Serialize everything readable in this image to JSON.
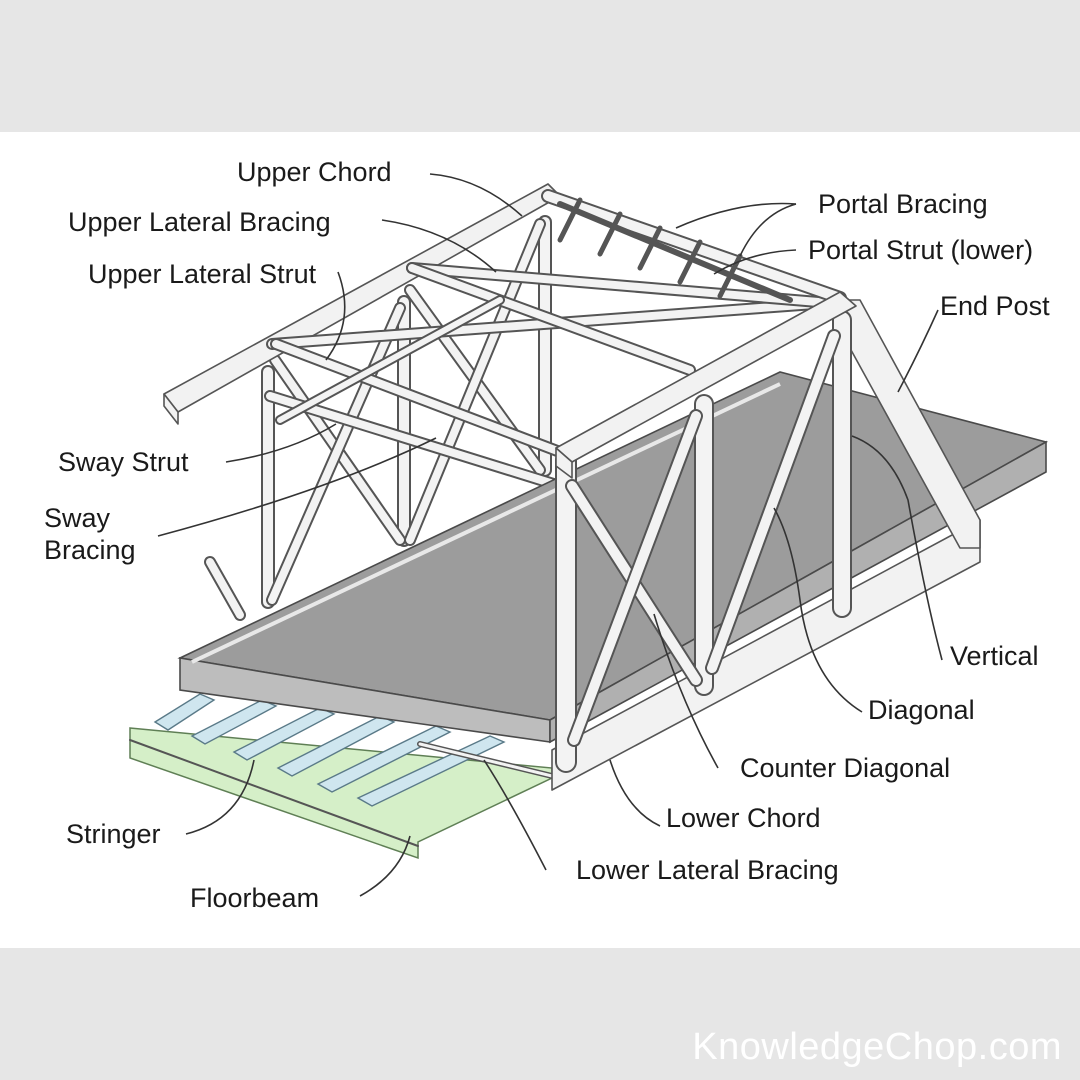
{
  "labels": {
    "upper_chord": "Upper Chord",
    "upper_lateral_bracing": "Upper Lateral Bracing",
    "upper_lateral_strut": "Upper Lateral Strut",
    "portal_bracing": "Portal Bracing",
    "portal_strut_lower": "Portal Strut (lower)",
    "end_post": "End Post",
    "sway_strut": "Sway Strut",
    "sway_bracing": "Sway Bracing",
    "vertical": "Vertical",
    "diagonal": "Diagonal",
    "counter_diagonal": "Counter Diagonal",
    "lower_chord": "Lower Chord",
    "lower_lateral_bracing": "Lower Lateral Bracing",
    "stringer": "Stringer",
    "floorbeam": "Floorbeam"
  },
  "watermark": "KnowledgeChop.com",
  "colors": {
    "background_band": "#e6e6e6",
    "panel": "#ffffff",
    "members": "#f2f2f2",
    "member_outline": "#555555",
    "deck": "#9c9c9c",
    "stringers": "#cfe6ef",
    "floorbeam": "#d5efc8"
  }
}
